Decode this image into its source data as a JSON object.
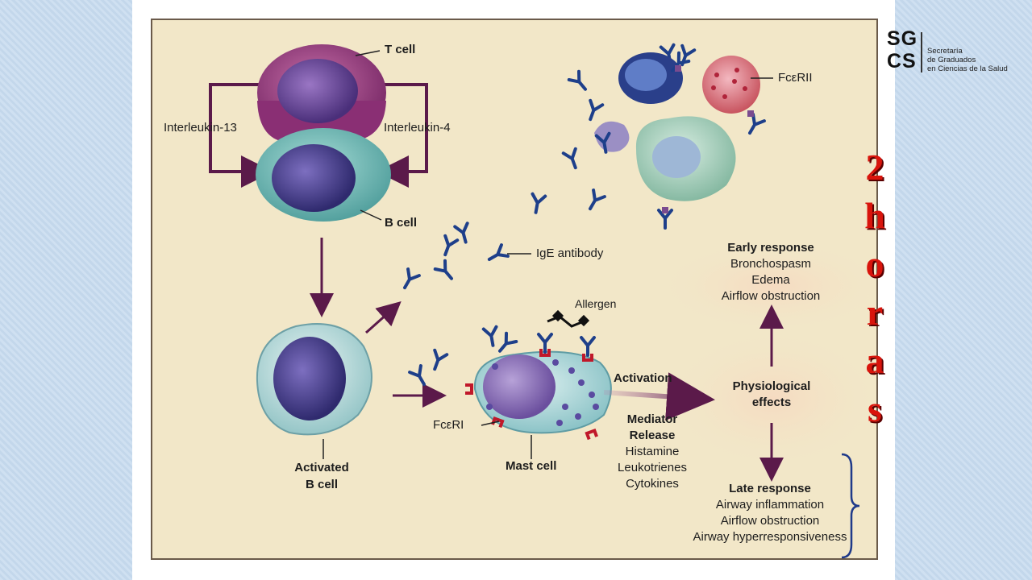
{
  "diagram": {
    "labels": {
      "t_cell": "T cell",
      "interleukin_13": "Interleukin-13",
      "interleukin_4": "Interleukin-4",
      "b_cell": "B cell",
      "ige_antibody": "IgE antibody",
      "fceri_top": "FcεRII",
      "allergen": "Allergen",
      "activated_b_cell_1": "Activated",
      "activated_b_cell_2": "B cell",
      "fceri": "FcεRI",
      "mast_cell": "Mast cell",
      "activation": "Activation",
      "mediator_release_1": "Mediator",
      "mediator_release_2": "Release",
      "histamine": "Histamine",
      "leukotrienes": "Leukotrienes",
      "cytokines": "Cytokines",
      "physiological_1": "Physiological",
      "physiological_2": "effects",
      "early_response": "Early response",
      "bronchospasm": "Bronchospasm",
      "edema": "Edema",
      "airflow_obstruction_early": "Airflow obstruction",
      "late_response": "Late response",
      "airway_inflammation": "Airway inflammation",
      "airflow_obstruction_late": "Airflow obstruction",
      "airway_hyperresponsiveness": "Airway hyperresponsiveness"
    }
  },
  "logo": {
    "line1": "SG",
    "line2": "CS",
    "subtitle1": "Secretaría",
    "subtitle2": "de Graduados",
    "subtitle3": "en Ciencias de la Salud"
  },
  "side_text": {
    "letters": [
      "2",
      "h",
      "o",
      "r",
      "a",
      "s"
    ]
  },
  "colors": {
    "arrow": "#5b1a4a",
    "side_text": "#d9140c",
    "figure_bg": "#f2e7c8"
  }
}
